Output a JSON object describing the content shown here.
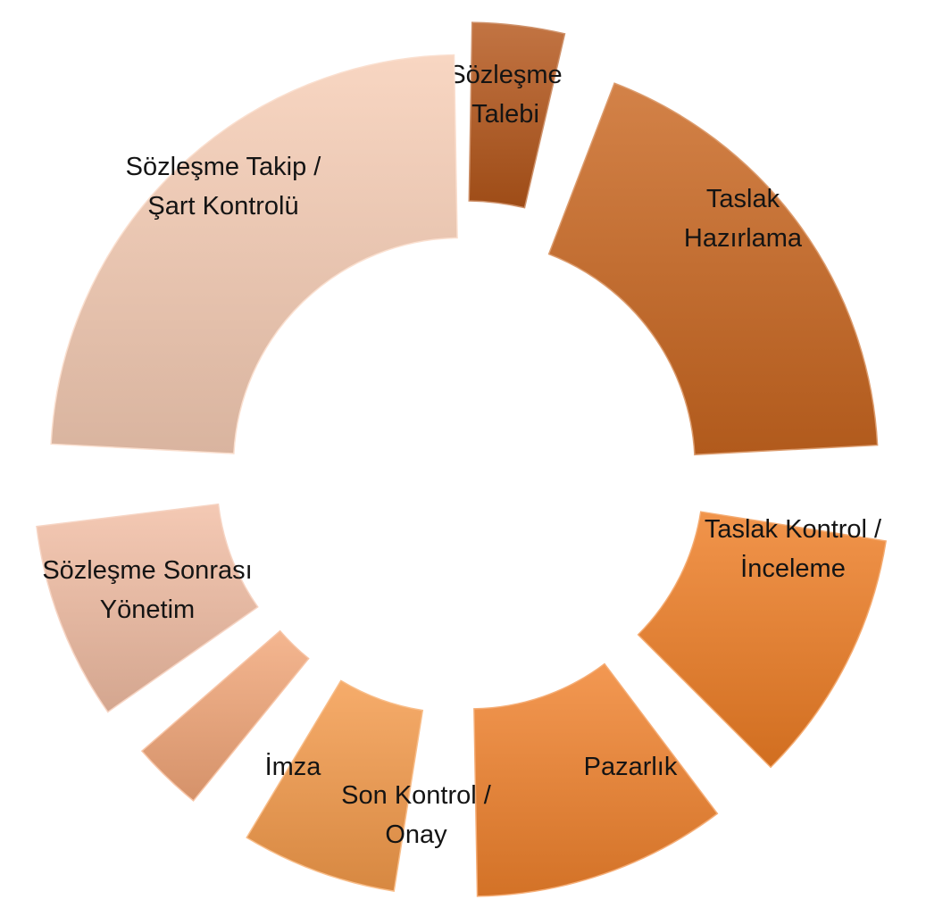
{
  "diagram": {
    "type": "segmented-ring",
    "segments": [
      {
        "lines": [
          "Sözleşme",
          "Talebi"
        ],
        "color": "#b4561a"
      },
      {
        "lines": [
          "Taslak",
          "Hazırlama"
        ],
        "color": "#c96620"
      },
      {
        "lines": [
          "Taslak Kontrol /",
          "İnceleme"
        ],
        "color": "#ee7d24"
      },
      {
        "lines": [
          "Pazarlık"
        ],
        "color": "#f0812c"
      },
      {
        "lines": [
          "Son Kontrol /",
          "Onay"
        ],
        "color": "#f49a4a"
      },
      {
        "lines": [
          "İmza"
        ],
        "color": "#f2a678"
      },
      {
        "lines": [
          "Sözleşme Sonrası",
          "Yönetim"
        ],
        "color": "#f1bda3"
      },
      {
        "lines": [
          "Sözleşme Takip /",
          "Şart Kontrolü"
        ],
        "color": "#f7cdb5"
      }
    ]
  }
}
